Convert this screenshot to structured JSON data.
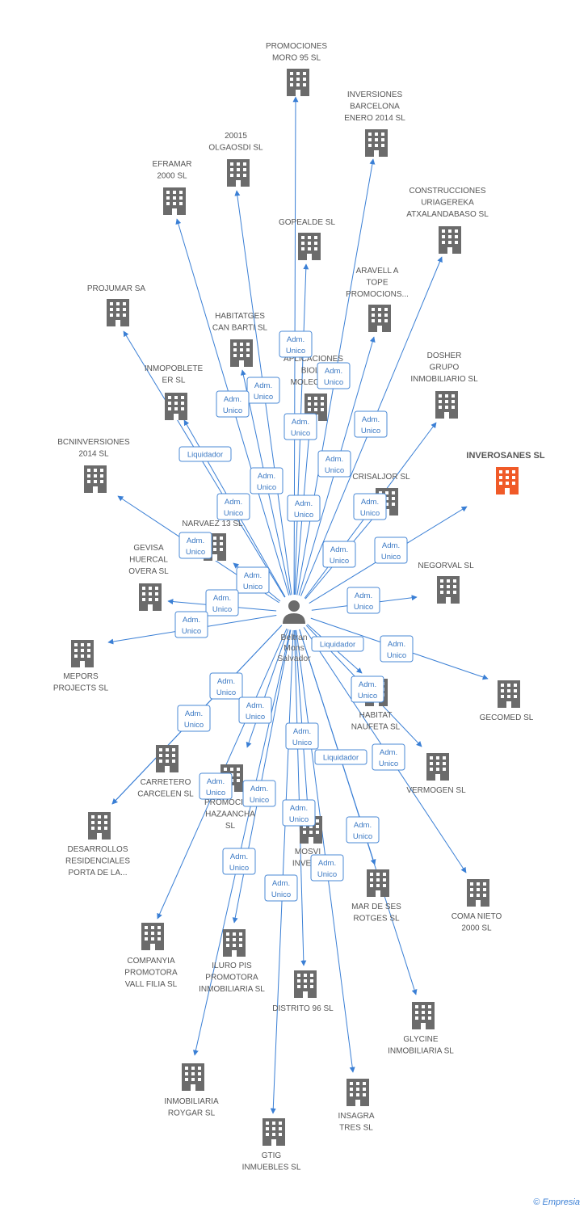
{
  "center": {
    "label_lines": [
      "Beltran",
      "Mons",
      "Salvador"
    ],
    "icon": "person-icon"
  },
  "colors": {
    "edge": "#3a7fd5",
    "building": "#6b6b6b",
    "highlight": "#f05a28",
    "role_text": "#3a78c3"
  },
  "nodes": [
    {
      "id": "promociones-moro",
      "lines": [
        "PROMOCIONES",
        "MORO 95 SL"
      ]
    },
    {
      "id": "inversiones-barcelona",
      "lines": [
        "INVERSIONES",
        "BARCELONA",
        "ENERO 2014  SL"
      ]
    },
    {
      "id": "olgaosdi",
      "lines": [
        "20015",
        "OLGAOSDI SL"
      ]
    },
    {
      "id": "eframar",
      "lines": [
        "EFRAMAR",
        "2000 SL"
      ]
    },
    {
      "id": "construcciones-uriagereka",
      "lines": [
        "CONSTRUCCIONES",
        "URIAGEREKA",
        "ATXALANDABASO SL"
      ]
    },
    {
      "id": "gopealde",
      "lines": [
        "GOPEALDE SL"
      ]
    },
    {
      "id": "aravell",
      "lines": [
        "ARAVELL A",
        "TOPE",
        "PROMOCIONS..."
      ]
    },
    {
      "id": "projumar",
      "lines": [
        "PROJUMAR SA"
      ]
    },
    {
      "id": "habitatges-can-barti",
      "lines": [
        "HABITATGES",
        "CAN BARTI SL"
      ]
    },
    {
      "id": "aplicaciones",
      "lines": [
        "APLICACIONES",
        "BIOLO",
        "MOLECUL..."
      ]
    },
    {
      "id": "dosher",
      "lines": [
        "DOSHER",
        "GRUPO",
        "INMOBILIARIO SL"
      ]
    },
    {
      "id": "inmopoblete",
      "lines": [
        "INMOPOBLETE",
        "ER SL"
      ]
    },
    {
      "id": "inverosanes",
      "lines": [
        "INVEROSANES SL"
      ]
    },
    {
      "id": "bcninversiones",
      "lines": [
        "BCNINVERSIONES",
        "2014  SL"
      ]
    },
    {
      "id": "crisaljor",
      "lines": [
        "CRISALJOR SL"
      ]
    },
    {
      "id": "narvaez",
      "lines": [
        "NARVAEZ 13 SL"
      ]
    },
    {
      "id": "gevisa",
      "lines": [
        "GEVISA",
        "HUERCAL",
        "OVERA SL"
      ]
    },
    {
      "id": "negorval",
      "lines": [
        "NEGORVAL SL"
      ]
    },
    {
      "id": "mepors",
      "lines": [
        "MEPORS",
        "PROJECTS SL"
      ]
    },
    {
      "id": "gecomed",
      "lines": [
        "GECOMED  SL"
      ]
    },
    {
      "id": "habitat-naufeta",
      "lines": [
        "HABITAT",
        "NAUFETA SL"
      ]
    },
    {
      "id": "carretero",
      "lines": [
        "CARRETERO",
        "CARCELEN  SL"
      ]
    },
    {
      "id": "promociones-hazaancha",
      "lines": [
        "PROMOCIO...",
        "HAZAANCHA",
        "SL"
      ]
    },
    {
      "id": "vermogen",
      "lines": [
        "VERMOGEN SL"
      ]
    },
    {
      "id": "desarrollos",
      "lines": [
        "DESARROLLOS",
        "RESIDENCIALES",
        "PORTA DE LA..."
      ]
    },
    {
      "id": "mosvi",
      "lines": [
        "MOSVI",
        "INVES..."
      ]
    },
    {
      "id": "mar-de-ses-rotges",
      "lines": [
        "MAR DE SES",
        "ROTGES SL"
      ]
    },
    {
      "id": "coma-nieto",
      "lines": [
        "COMA NIETO",
        "2000 SL"
      ]
    },
    {
      "id": "companyia",
      "lines": [
        "COMPANYIA",
        "PROMOTORA",
        "VALL FILIA SL"
      ]
    },
    {
      "id": "iluro",
      "lines": [
        "ILURO PIS",
        "PROMOTORA",
        "INMOBILIARIA SL"
      ]
    },
    {
      "id": "distrito",
      "lines": [
        "DISTRITO 96 SL"
      ]
    },
    {
      "id": "glycine",
      "lines": [
        "GLYCINE",
        "INMOBILIARIA SL"
      ]
    },
    {
      "id": "roygar",
      "lines": [
        "INMOBILIARIA",
        "ROYGAR SL"
      ]
    },
    {
      "id": "insagra",
      "lines": [
        "INSAGRA",
        "TRES SL"
      ]
    },
    {
      "id": "gtig",
      "lines": [
        "GTIG",
        "INMUEBLES  SL"
      ]
    }
  ],
  "roles": [
    {
      "id": "r1",
      "lines": [
        "Adm.",
        "Unico"
      ]
    },
    {
      "id": "r2",
      "lines": [
        "Adm.",
        "Unico"
      ]
    },
    {
      "id": "r3",
      "lines": [
        "Adm.",
        "Unico"
      ]
    },
    {
      "id": "r4",
      "lines": [
        "Adm.",
        "Unico"
      ]
    },
    {
      "id": "r5",
      "lines": [
        "Adm.",
        "Unico"
      ]
    },
    {
      "id": "r6",
      "lines": [
        "Adm.",
        "Unico"
      ]
    },
    {
      "id": "r7",
      "lines": [
        "Liquidador"
      ]
    },
    {
      "id": "r8",
      "lines": [
        "Adm.",
        "Unico"
      ]
    },
    {
      "id": "r9",
      "lines": [
        "Adm.",
        "Unico"
      ]
    },
    {
      "id": "r10",
      "lines": [
        "Adm.",
        "Unico"
      ]
    },
    {
      "id": "r11",
      "lines": [
        "Adm.",
        "Unico"
      ]
    },
    {
      "id": "r12",
      "lines": [
        "Adm.",
        "Unico"
      ]
    },
    {
      "id": "r13",
      "lines": [
        "Adm.",
        "Unico"
      ]
    },
    {
      "id": "r14",
      "lines": [
        "Adm.",
        "Unico"
      ]
    },
    {
      "id": "r15",
      "lines": [
        "Adm.",
        "Unico"
      ]
    },
    {
      "id": "r16",
      "lines": [
        "Adm.",
        "Unico"
      ]
    },
    {
      "id": "r17",
      "lines": [
        "Adm.",
        "Unico"
      ]
    },
    {
      "id": "r18",
      "lines": [
        "Adm.",
        "Unico"
      ]
    },
    {
      "id": "r19",
      "lines": [
        "Adm.",
        "Unico"
      ]
    },
    {
      "id": "r20",
      "lines": [
        "Liquidador"
      ]
    },
    {
      "id": "r21",
      "lines": [
        "Adm.",
        "Unico"
      ]
    },
    {
      "id": "r22",
      "lines": [
        "Adm.",
        "Unico"
      ]
    },
    {
      "id": "r23",
      "lines": [
        "Adm.",
        "Unico"
      ]
    },
    {
      "id": "r24",
      "lines": [
        "Adm.",
        "Unico"
      ]
    },
    {
      "id": "r25",
      "lines": [
        "Adm.",
        "Unico"
      ]
    },
    {
      "id": "r26",
      "lines": [
        "Adm.",
        "Unico"
      ]
    },
    {
      "id": "r27",
      "lines": [
        "Liquidador"
      ]
    },
    {
      "id": "r28",
      "lines": [
        "Adm.",
        "Unico"
      ]
    },
    {
      "id": "r29",
      "lines": [
        "Adm.",
        "Unico"
      ]
    },
    {
      "id": "r30",
      "lines": [
        "Adm.",
        "Unico"
      ]
    },
    {
      "id": "r31",
      "lines": [
        "Adm.",
        "Unico"
      ]
    },
    {
      "id": "r32",
      "lines": [
        "Adm.",
        "Unico"
      ]
    },
    {
      "id": "r33",
      "lines": [
        "Adm.",
        "Unico"
      ]
    },
    {
      "id": "r34",
      "lines": [
        "Adm.",
        "Unico"
      ]
    },
    {
      "id": "r35",
      "lines": [
        "Adm.",
        "Unico"
      ]
    }
  ],
  "footer": {
    "copyright_symbol": "©",
    "brand": "Empresia"
  }
}
